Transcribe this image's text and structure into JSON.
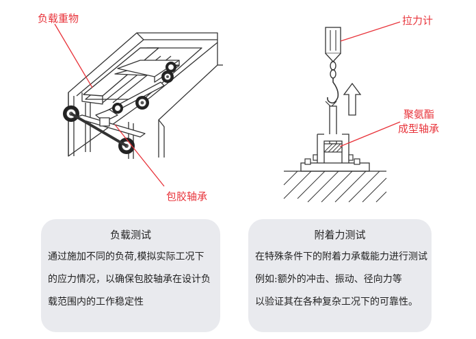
{
  "left_figure": {
    "label_load": "负载重物",
    "label_bearing": "包胶轴承"
  },
  "right_figure": {
    "label_gauge": "拉力计",
    "label_pu_line1": "聚氨酯",
    "label_pu_line2": "成型轴承"
  },
  "cards": [
    {
      "title": "负载测试",
      "lines": [
        "通过施加不同的负荷,模拟实际工况下",
        "的应力情况，以确保包胶轴承在设计负",
        "载范围内的工作稳定性"
      ]
    },
    {
      "title": "附着力测试",
      "lines": [
        "在特殊条件下的附着力承载能力进行测试",
        "例如:额外的冲击、振动、径向力等",
        "以验证其在各种复杂工况下的可靠性。"
      ]
    }
  ],
  "colors": {
    "accent_red": "#e8333a",
    "line_dark": "#333333",
    "card_bg": "#e9eaee"
  }
}
